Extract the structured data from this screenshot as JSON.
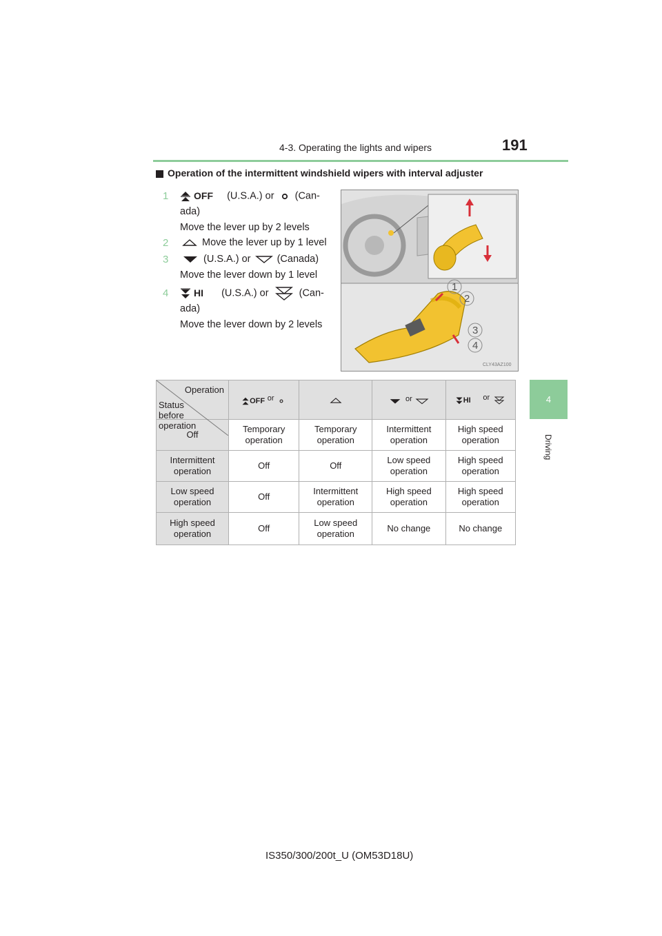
{
  "header": {
    "section": "4-3. Operating the lights and wipers",
    "page_number": "191"
  },
  "side_tab": {
    "chapter_number": "4",
    "chapter_name": "Driving"
  },
  "heading": "Operation of the intermittent windshield wipers with interval adjuster",
  "steps": [
    {
      "number": "1",
      "icon_label": "OFF",
      "line1_a": "(U.S.A.) or",
      "line1_b": "(Can-",
      "line2": "ada)",
      "line3": "Move the lever up by 2 levels"
    },
    {
      "number": "2",
      "line1": "Move the lever up by 1 level"
    },
    {
      "number": "3",
      "line1_a": "(U.S.A.) or",
      "line1_b": "(Canada)",
      "line2": "Move the lever down by 1 level"
    },
    {
      "number": "4",
      "icon_label": "HI",
      "line1_a": "(U.S.A.) or",
      "line1_b": "(Can-",
      "line2": "ada)",
      "line3": "Move the lever down by 2 levels"
    }
  ],
  "illustration": {
    "code": "CLY43AZ100",
    "callouts": [
      "1",
      "2",
      "3",
      "4"
    ]
  },
  "table": {
    "corner_top": "Operation",
    "corner_bottom": [
      "Status",
      "before",
      "operation"
    ],
    "header_icons": [
      {
        "label": "OFF",
        "or": "or"
      },
      {
        "or": ""
      },
      {
        "or": "or"
      },
      {
        "label": "HI",
        "or": "or"
      }
    ],
    "rows": [
      {
        "status": "Off",
        "cells": [
          "Temporary operation",
          "Temporary operation",
          "Intermittent operation",
          "High speed operation"
        ]
      },
      {
        "status": "Intermittent operation",
        "cells": [
          "Off",
          "Off",
          "Low speed operation",
          "High speed operation"
        ]
      },
      {
        "status": "Low speed operation",
        "cells": [
          "Off",
          "Intermittent operation",
          "High speed operation",
          "High speed operation"
        ]
      },
      {
        "status": "High speed operation",
        "cells": [
          "Off",
          "Low speed operation",
          "No change",
          "No change"
        ]
      }
    ]
  },
  "footer": "IS350/300/200t_U (OM53D18U)"
}
